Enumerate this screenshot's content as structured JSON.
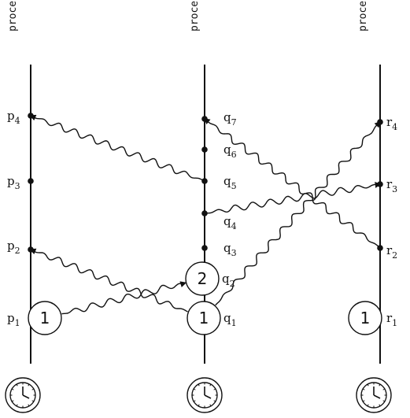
{
  "processes": [
    {
      "id": "P",
      "label": "process P",
      "events": [
        {
          "name": "p",
          "index": "1",
          "counter": "1"
        },
        {
          "name": "p",
          "index": "2"
        },
        {
          "name": "p",
          "index": "3"
        },
        {
          "name": "p",
          "index": "4"
        }
      ]
    },
    {
      "id": "Q",
      "label": "process Q",
      "events": [
        {
          "name": "q",
          "index": "1",
          "counter": "1"
        },
        {
          "name": "q",
          "index": "2",
          "counter": "2"
        },
        {
          "name": "q",
          "index": "3"
        },
        {
          "name": "q",
          "index": "4"
        },
        {
          "name": "q",
          "index": "5"
        },
        {
          "name": "q",
          "index": "6"
        },
        {
          "name": "q",
          "index": "7"
        }
      ]
    },
    {
      "id": "R",
      "label": "process R",
      "events": [
        {
          "name": "r",
          "index": "1",
          "counter": "1"
        },
        {
          "name": "r",
          "index": "2"
        },
        {
          "name": "r",
          "index": "3"
        },
        {
          "name": "r",
          "index": "4"
        }
      ]
    }
  ],
  "messages": [
    {
      "from": "p1",
      "to": "q2"
    },
    {
      "from": "q1",
      "to": "p2"
    },
    {
      "from": "q1",
      "to": "r4"
    },
    {
      "from": "q4",
      "to": "r3"
    },
    {
      "from": "q5",
      "to": "p4"
    },
    {
      "from": "r2",
      "to": "q7"
    }
  ],
  "icons": [
    "clock-icon",
    "clock-icon",
    "clock-icon"
  ]
}
